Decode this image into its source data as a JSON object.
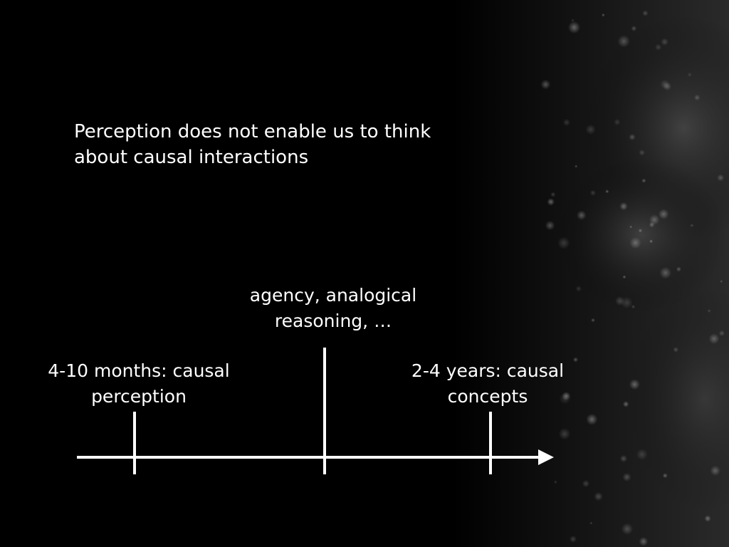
{
  "slide": {
    "statement": {
      "line1": "Perception does not enable us to think",
      "line2": "about causal interactions"
    },
    "timeline": {
      "milestones": [
        {
          "line1": "4-10 months: causal",
          "line2": "perception"
        },
        {
          "line1": "agency, analogical",
          "line2": "reasoning, …"
        },
        {
          "line1": "2-4 years: causal",
          "line2": "concepts"
        }
      ]
    },
    "colors": {
      "background": "#000000",
      "text": "#ffffff",
      "line": "#ffffff"
    }
  }
}
